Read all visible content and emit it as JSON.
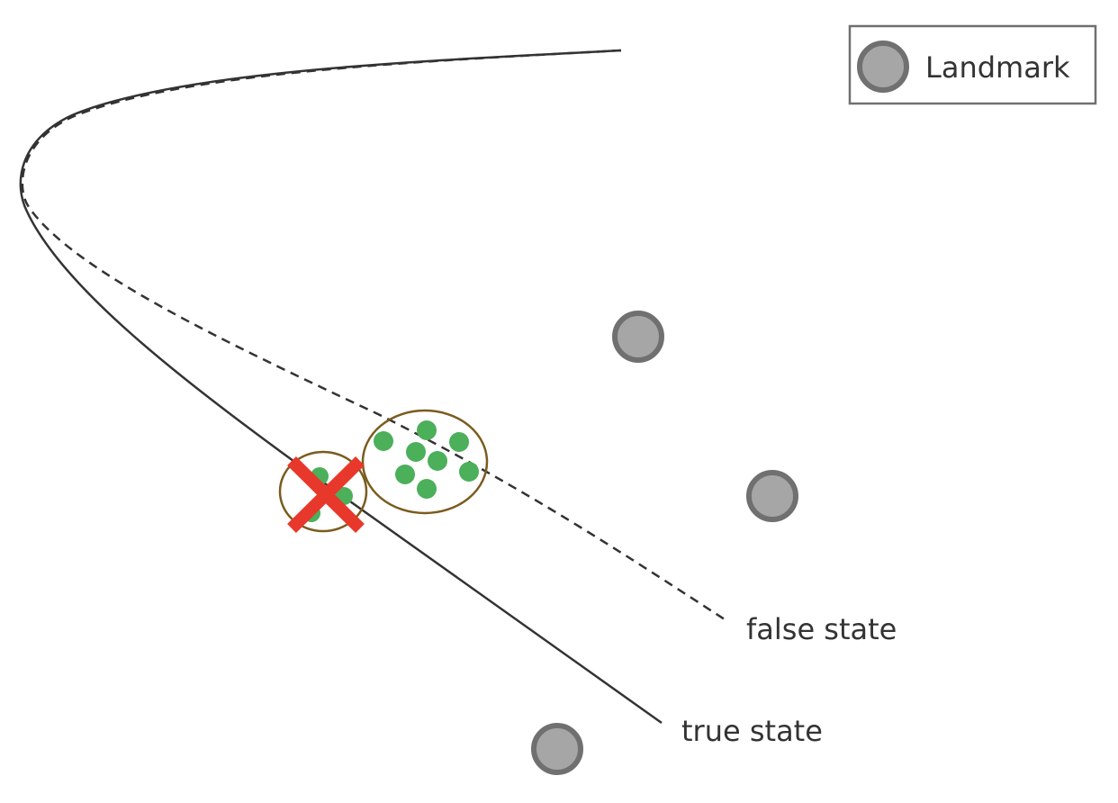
{
  "legend": {
    "landmark_label": "Landmark"
  },
  "trajectories": {
    "false_label": "false state",
    "true_label": "true state"
  },
  "colors": {
    "landmark_fill": "#a6a6a6",
    "landmark_stroke": "#707070",
    "particle": "#4caf5a",
    "ellipse_stroke": "#7a5c1e",
    "cross": "#e8382b",
    "path": "#333333"
  },
  "icons": {
    "landmark": "landmark-icon",
    "rejected": "cross-icon"
  }
}
